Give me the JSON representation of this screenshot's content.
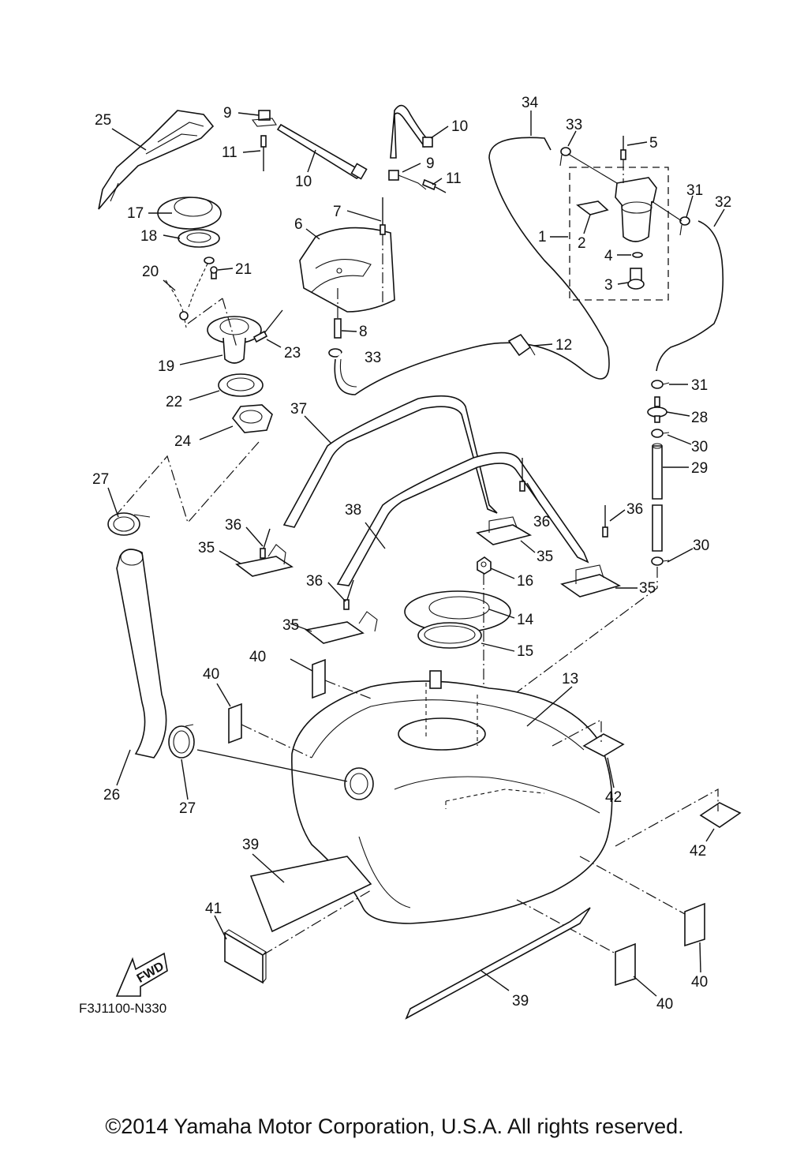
{
  "diagram": {
    "title": "Fuel Tank Exploded Parts View",
    "diagram_code": "F3J1100-N330",
    "fwd_label": "FWD",
    "copyright": "©2014 Yamaha Motor Corporation, U.S.A. All rights reserved.",
    "callouts": [
      {
        "id": "c1",
        "text": "1"
      },
      {
        "id": "c2",
        "text": "2"
      },
      {
        "id": "c3",
        "text": "3"
      },
      {
        "id": "c4",
        "text": "4"
      },
      {
        "id": "c5",
        "text": "5"
      },
      {
        "id": "c6",
        "text": "6"
      },
      {
        "id": "c7",
        "text": "7"
      },
      {
        "id": "c8",
        "text": "8"
      },
      {
        "id": "c9a",
        "text": "9"
      },
      {
        "id": "c9b",
        "text": "9"
      },
      {
        "id": "c10a",
        "text": "10"
      },
      {
        "id": "c10b",
        "text": "10"
      },
      {
        "id": "c11a",
        "text": "11"
      },
      {
        "id": "c11b",
        "text": "11"
      },
      {
        "id": "c12",
        "text": "12"
      },
      {
        "id": "c13",
        "text": "13"
      },
      {
        "id": "c14",
        "text": "14"
      },
      {
        "id": "c15",
        "text": "15"
      },
      {
        "id": "c16",
        "text": "16"
      },
      {
        "id": "c17",
        "text": "17"
      },
      {
        "id": "c18",
        "text": "18"
      },
      {
        "id": "c19",
        "text": "19"
      },
      {
        "id": "c20",
        "text": "20"
      },
      {
        "id": "c21",
        "text": "21"
      },
      {
        "id": "c22",
        "text": "22"
      },
      {
        "id": "c23",
        "text": "23"
      },
      {
        "id": "c24",
        "text": "24"
      },
      {
        "id": "c25",
        "text": "25"
      },
      {
        "id": "c26",
        "text": "26"
      },
      {
        "id": "c27a",
        "text": "27"
      },
      {
        "id": "c27b",
        "text": "27"
      },
      {
        "id": "c28",
        "text": "28"
      },
      {
        "id": "c29",
        "text": "29"
      },
      {
        "id": "c30a",
        "text": "30"
      },
      {
        "id": "c30b",
        "text": "30"
      },
      {
        "id": "c31a",
        "text": "31"
      },
      {
        "id": "c31b",
        "text": "31"
      },
      {
        "id": "c32",
        "text": "32"
      },
      {
        "id": "c33a",
        "text": "33"
      },
      {
        "id": "c33b",
        "text": "33"
      },
      {
        "id": "c34",
        "text": "34"
      },
      {
        "id": "c35a",
        "text": "35"
      },
      {
        "id": "c35b",
        "text": "35"
      },
      {
        "id": "c35c",
        "text": "35"
      },
      {
        "id": "c35d",
        "text": "35"
      },
      {
        "id": "c36a",
        "text": "36"
      },
      {
        "id": "c36b",
        "text": "36"
      },
      {
        "id": "c36c",
        "text": "36"
      },
      {
        "id": "c36d",
        "text": "36"
      },
      {
        "id": "c37",
        "text": "37"
      },
      {
        "id": "c38",
        "text": "38"
      },
      {
        "id": "c39a",
        "text": "39"
      },
      {
        "id": "c39b",
        "text": "39"
      },
      {
        "id": "c40a",
        "text": "40"
      },
      {
        "id": "c40b",
        "text": "40"
      },
      {
        "id": "c40c",
        "text": "40"
      },
      {
        "id": "c40d",
        "text": "40"
      },
      {
        "id": "c41",
        "text": "41"
      },
      {
        "id": "c42a",
        "text": "42"
      },
      {
        "id": "c42b",
        "text": "42"
      }
    ]
  }
}
